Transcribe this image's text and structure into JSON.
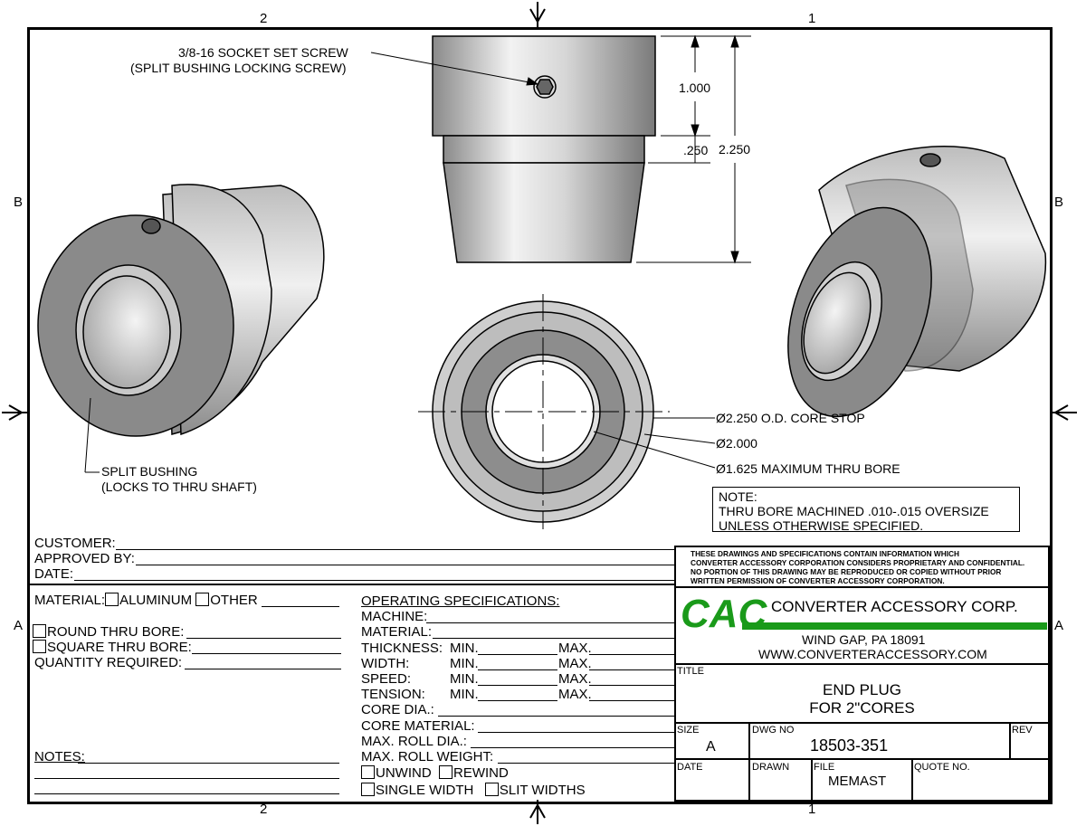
{
  "zones": {
    "top_left": "2",
    "top_right": "1",
    "bottom_left": "2",
    "bottom_right": "1",
    "left_b": "B",
    "left_a": "A",
    "right_b": "B",
    "right_a": "A"
  },
  "callouts": {
    "set_screw_1": "3/8-16 SOCKET SET SCREW",
    "set_screw_2": "(SPLIT BUSHING LOCKING SCREW)",
    "split_bushing_1": "SPLIT BUSHING",
    "split_bushing_2": "(LOCKS TO THRU SHAFT)",
    "od_core_stop": "Ø2.250 O.D. CORE STOP",
    "dia_2000": "Ø2.000",
    "thru_bore": "Ø1.625 MAXIMUM THRU BORE"
  },
  "dimensions": {
    "upper": "1.000",
    "step": ".250",
    "overall": "2.250"
  },
  "note": {
    "label": "NOTE:",
    "line1": "THRU BORE MACHINED .010-.015 OVERSIZE",
    "line2": "UNLESS OTHERWISE SPECIFIED."
  },
  "form": {
    "customer": "CUSTOMER:",
    "approved_by": "APPROVED BY:",
    "date": "DATE:",
    "material": "MATERIAL:",
    "aluminum": "ALUMINUM",
    "other": "OTHER",
    "round_bore": "ROUND THRU BORE:",
    "square_bore": "SQUARE THRU BORE:",
    "quantity": "QUANTITY REQUIRED:",
    "notes": "NOTES:"
  },
  "specs": {
    "heading": "OPERATING SPECIFICATIONS:",
    "machine": "MACHINE:",
    "material": "MATERIAL:",
    "thickness": "THICKNESS:",
    "width": "WIDTH:",
    "speed": "SPEED:",
    "tension": "TENSION:",
    "min": "MIN.",
    "max": "MAX.",
    "core_dia": "CORE DIA.:",
    "core_material": "CORE MATERIAL:",
    "max_roll_dia": "MAX. ROLL DIA.:",
    "max_roll_weight": "MAX. ROLL WEIGHT:",
    "unwind": "UNWIND",
    "rewind": "REWIND",
    "single_width": "SINGLE WIDTH",
    "slit_widths": "SLIT WIDTHS"
  },
  "title_block": {
    "disclaimer": [
      "THESE DRAWINGS AND SPECIFICATIONS CONTAIN INFORMATION WHICH",
      "CONVERTER ACCESSORY CORPORATION CONSIDERS PROPRIETARY AND CONFIDENTIAL.",
      "NO PORTION OF THIS DRAWING MAY BE REPRODUCED OR COPIED WITHOUT PRIOR",
      "WRITTEN PERMISSION OF CONVERTER ACCESSORY CORPORATION."
    ],
    "logo": "CAC",
    "company": "CONVERTER ACCESSORY CORP.",
    "address": "WIND GAP, PA 18091",
    "website": "WWW.CONVERTERACCESSORY.COM",
    "title_label": "TITLE",
    "title_1": "END PLUG",
    "title_2": "FOR 2\"CORES",
    "size_label": "SIZE",
    "size": "A",
    "dwg_label": "DWG NO",
    "dwg_no": "18503-351",
    "rev_label": "REV",
    "date_label": "DATE",
    "drawn_label": "DRAWN",
    "file_label": "FILE",
    "file": "MEMAST",
    "quote_label": "QUOTE NO."
  },
  "colors": {
    "brand_green": "#1a9a1a"
  }
}
